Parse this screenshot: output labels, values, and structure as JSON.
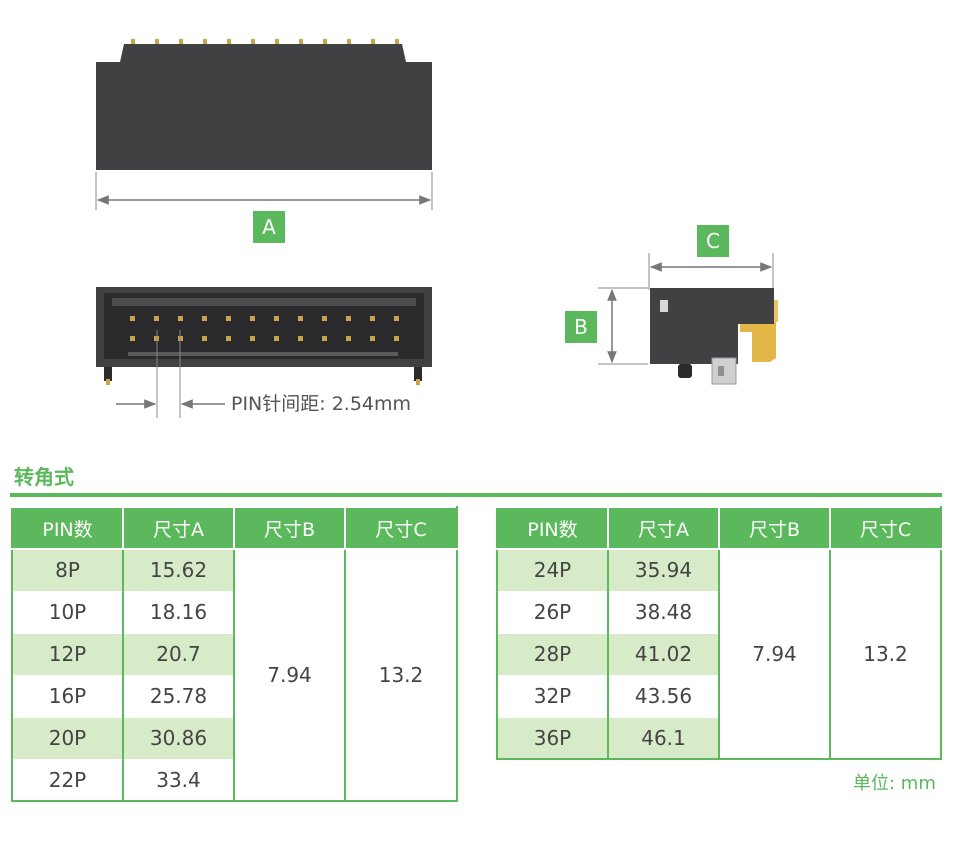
{
  "drawing": {
    "label_a": "A",
    "label_b": "B",
    "label_c": "C",
    "pitch_text": "PIN针间距: 2.54mm",
    "colors": {
      "body": "#414042",
      "pin": "#c9a44a",
      "accent": "#5cb85c",
      "dim_line": "#777777"
    }
  },
  "section": {
    "title": "转角式"
  },
  "table_left": {
    "headers": [
      "PIN数",
      "尺寸A",
      "尺寸B",
      "尺寸C"
    ],
    "rows": [
      {
        "pin": "8P",
        "a": "15.62"
      },
      {
        "pin": "10P",
        "a": "18.16"
      },
      {
        "pin": "12P",
        "a": "20.7"
      },
      {
        "pin": "16P",
        "a": "25.78"
      },
      {
        "pin": "20P",
        "a": "30.86"
      },
      {
        "pin": "22P",
        "a": "33.4"
      }
    ],
    "b": "7.94",
    "c": "13.2"
  },
  "table_right": {
    "headers": [
      "PIN数",
      "尺寸A",
      "尺寸B",
      "尺寸C"
    ],
    "rows": [
      {
        "pin": "24P",
        "a": "35.94"
      },
      {
        "pin": "26P",
        "a": "38.48"
      },
      {
        "pin": "28P",
        "a": "41.02"
      },
      {
        "pin": "32P",
        "a": "43.56"
      },
      {
        "pin": "36P",
        "a": "46.1"
      }
    ],
    "b": "7.94",
    "c": "13.2"
  },
  "unit_note": "单位: mm"
}
